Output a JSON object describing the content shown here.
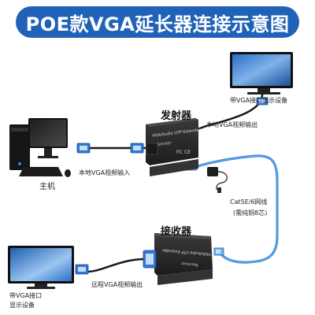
{
  "title": "POE款VGA延长器连接示意图",
  "labels": {
    "transmitter": "发射器",
    "receiver": "接收器",
    "host": "主机",
    "top_display_caption": "带VGA接口显示设备",
    "bottom_display_caption_line1": "带VGA接口",
    "bottom_display_caption_line2": "显示设备",
    "local_vga_output": "本地VGA视频输出",
    "local_vga_input": "本地VGA视频输入",
    "remote_vga_output": "远程VGA视频输出",
    "cable_spec": "Cat5E/6网线",
    "cable_note": "(需纯铜8芯)"
  },
  "device_text": {
    "transmitter_model": "VGA/Audio UTP Extender",
    "transmitter_role": "Sender",
    "transmitter_fc": "FC",
    "transmitter_ce": "CE",
    "receiver_model": "VGA/Audio UTP Extender",
    "receiver_role": "Receiver"
  },
  "colors": {
    "banner": "#1f62b8",
    "cable_blue": "#2a7fd9",
    "device_dark": "#2b2b2b"
  },
  "icons": [
    "monitor-icon",
    "pc-tower-icon",
    "keyboard-icon",
    "mouse-icon",
    "vga-connector-icon",
    "rj45-connector-icon",
    "power-adapter-icon"
  ]
}
